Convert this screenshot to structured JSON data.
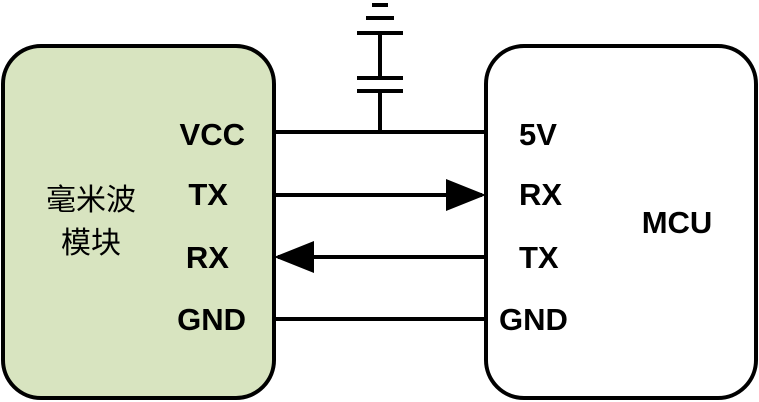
{
  "colors": {
    "module_fill": "#d8e4c0",
    "mcu_fill": "#ffffff",
    "stroke": "#000000"
  },
  "module": {
    "name_line1": "毫米波",
    "name_line2": "模块",
    "pins": [
      "VCC",
      "TX",
      "RX",
      "GND"
    ]
  },
  "mcu": {
    "name": "MCU",
    "pins": [
      "5V",
      "RX",
      "TX",
      "GND"
    ]
  },
  "power_symbol": "capacitor-to-ground"
}
